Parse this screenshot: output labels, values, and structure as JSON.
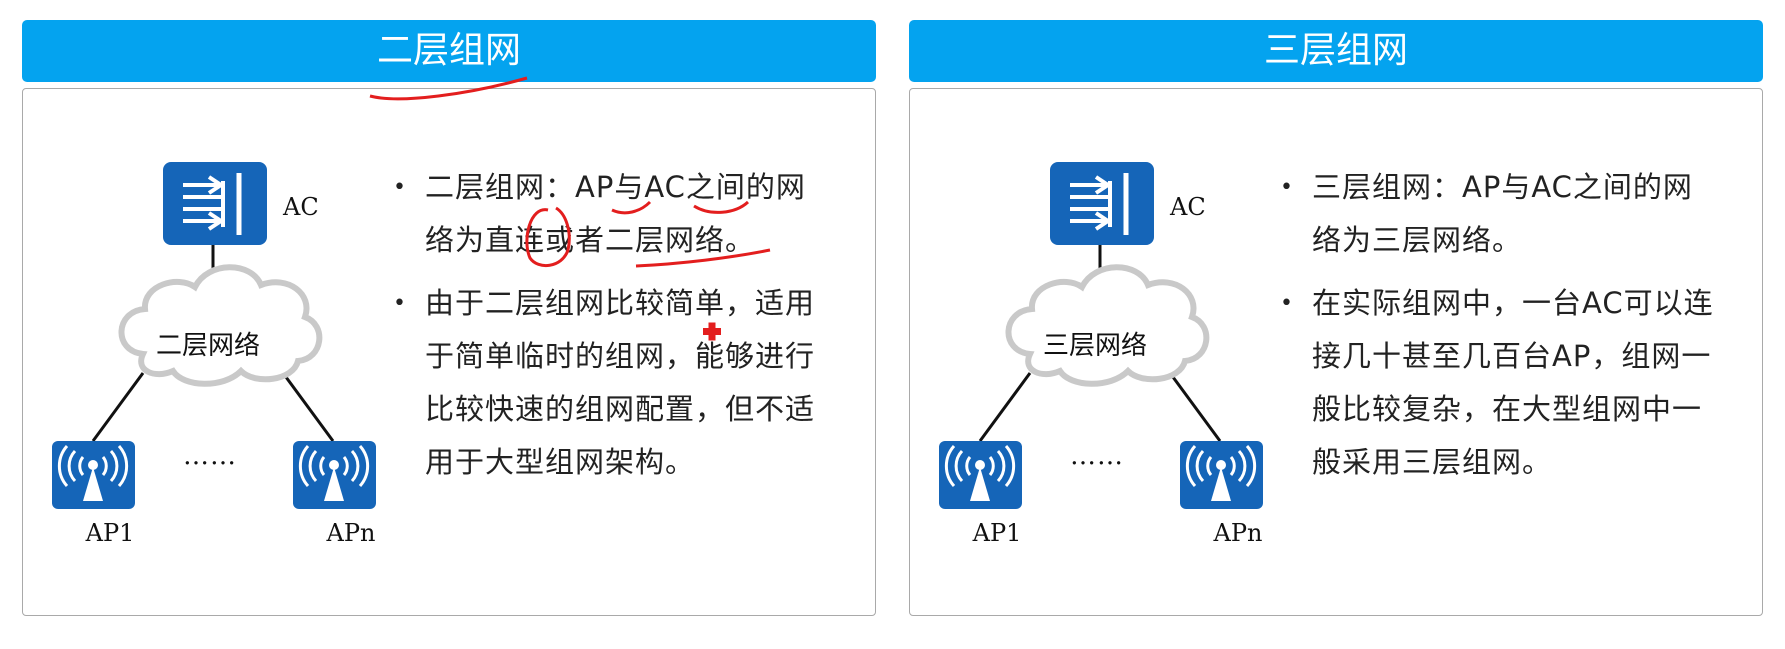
{
  "left": {
    "title": "二层组网",
    "ac_label": "AC",
    "network_label": "二层网络",
    "dots": "……",
    "ap1_label": "AP1",
    "apn_label": "APn",
    "bullets": [
      "二层组网：AP与AC之间的网络为直连或者二层网络。",
      "由于二层组网比较简单，适用于简单临时的组网，能够进行比较快速的组网配置，但不适用于大型组网架构。"
    ]
  },
  "right": {
    "title": "三层组网",
    "ac_label": "AC",
    "network_label": "三层网络",
    "dots": "……",
    "ap1_label": "AP1",
    "apn_label": "APn",
    "bullets": [
      "三层组网：AP与AC之间的网络为三层网络。",
      "在实际组网中，一台AC可以连接几十甚至几百台AP，组网一般比较复杂，在大型组网中一般采用三层组网。"
    ]
  },
  "colors": {
    "header": "#04a3ef",
    "device": "#1565b8",
    "annotation": "#e31e1e",
    "cloud_stroke": "#c9c9c9"
  },
  "icons": [
    "ac-switch-icon",
    "cloud-icon",
    "wireless-ap-icon",
    "bullet-dot-icon"
  ]
}
